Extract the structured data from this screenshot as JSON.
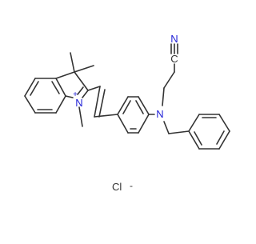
{
  "molecule": {
    "bond_color": "#333333",
    "nitrogen_color": "#1f1fd6",
    "chloride_color": "#333333",
    "atom_labels": {
      "indolium_nitrogen": "N",
      "indolium_charge": "+",
      "aniline_nitrogen": "N",
      "nitrile_carbon": "C",
      "nitrile_nitrogen": "N",
      "chloride": "Cl",
      "chloride_charge": "-"
    }
  }
}
